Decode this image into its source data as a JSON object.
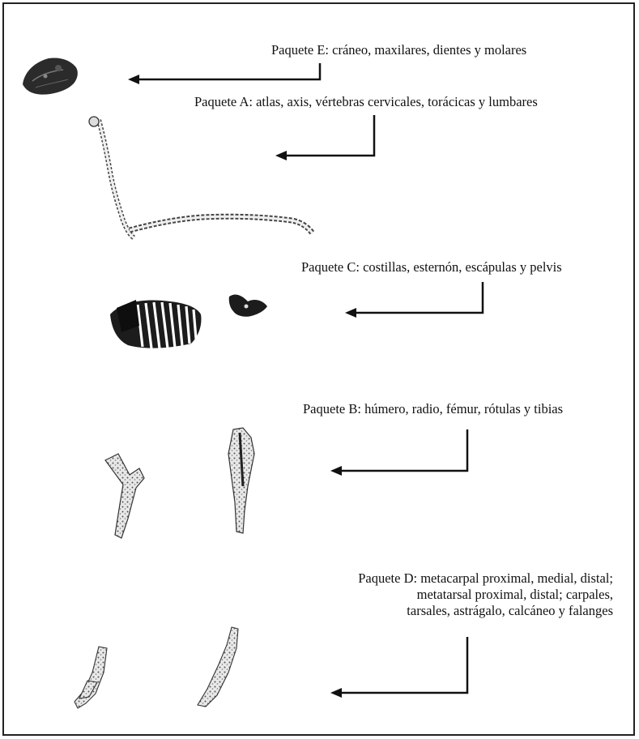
{
  "packages": [
    {
      "id": "E",
      "lines": [
        "Paquete E: cráneo, maxilares, dientes y molares"
      ]
    },
    {
      "id": "A",
      "lines": [
        "Paquete A: atlas, axis, vértebras cervicales, torácicas y lumbares"
      ]
    },
    {
      "id": "C",
      "lines": [
        "Paquete C: costillas, esternón, escápulas y pelvis"
      ]
    },
    {
      "id": "B",
      "lines": [
        "Paquete B: húmero, radio, fémur, rótulas y tibias"
      ]
    },
    {
      "id": "D",
      "lines": [
        "Paquete D: metacarpal proximal, medial, distal;",
        "metatarsal proximal, distal; carpales,",
        "tarsales, astrágalo, calcáneo y falanges"
      ]
    }
  ]
}
